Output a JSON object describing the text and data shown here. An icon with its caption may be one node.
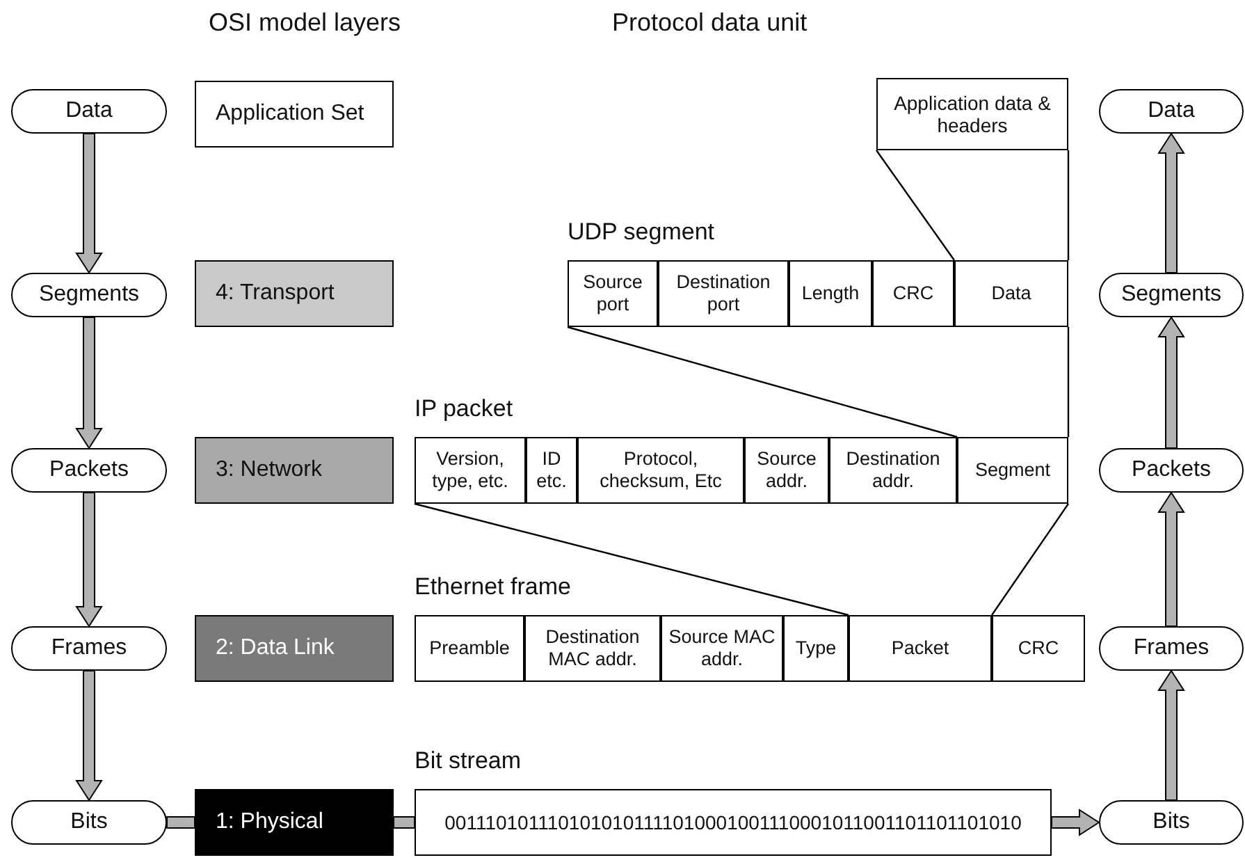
{
  "diagram": {
    "nodes": [
      {
        "text": [
          "Data"
        ]
      },
      {
        "text": [
          "Application Set"
        ]
      },
      {
        "text": [
          "Application data & headers"
        ]
      },
      {
        "text": [
          "Data"
        ]
      },
      {
        "text": [
          "Segments"
        ]
      },
      {
        "text": [
          "4: Transport"
        ]
      },
      {
        "text": [
          "UDP segment"
        ]
      },
      {
        "text": [
          "Source port"
        ],
        "in": 6
      },
      {
        "text": [
          "Destination port"
        ],
        "in": 6
      },
      {
        "text": [
          "Length"
        ],
        "in": 6
      },
      {
        "text": [
          "CRC"
        ],
        "in": 6
      },
      {
        "text": [
          "Data"
        ],
        "in": 6
      },
      {
        "text": [
          "Segments"
        ]
      },
      {
        "text": [
          "Packets"
        ]
      },
      {
        "text": [
          "3: Network"
        ]
      },
      {
        "text": [
          "IP packet"
        ]
      },
      {
        "text": [
          "Version, type, etc."
        ],
        "in": 15
      },
      {
        "text": [
          "ID etc."
        ],
        "in": 15
      },
      {
        "text": [
          "Protocol, checksum, Etc"
        ],
        "in": 15
      },
      {
        "text": [
          "Source addr."
        ],
        "in": 15
      },
      {
        "text": [
          "Destination addr."
        ],
        "in": 15
      },
      {
        "text": [
          "Segment"
        ],
        "in": 15
      },
      {
        "text": [
          "Packets"
        ]
      },
      {
        "text": [
          "Frames"
        ]
      },
      {
        "text": [
          "2: Data Link"
        ]
      },
      {
        "text": [
          "Ethernet frame"
        ]
      },
      {
        "text": [
          "Preamble"
        ],
        "in": 25
      },
      {
        "text": [
          "Destination MAC addr."
        ],
        "in": 25
      },
      {
        "text": [
          "Source MAC addr."
        ],
        "in": 25
      },
      {
        "text": [
          "Type"
        ],
        "in": 25
      },
      {
        "text": [
          "Packet"
        ],
        "in": 25
      },
      {
        "text": [
          "CRC"
        ],
        "in": 25
      },
      {
        "text": [
          "Frames"
        ]
      },
      {
        "text": [
          "Bits"
        ]
      },
      {
        "text": [
          "1: Physical"
        ]
      },
      {
        "text": [
          "Bit stream",
          "0011101011101010101111010001001110001011001101101101010"
        ]
      },
      {
        "text": [
          "Bits"
        ]
      }
    ],
    "edges": [
      {
        "from": 0,
        "to": 4,
        "arrow": "to",
        "style": "thick"
      },
      {
        "from": 4,
        "to": 13,
        "arrow": "to",
        "style": "thick"
      },
      {
        "from": 13,
        "to": 23,
        "arrow": "to",
        "style": "thick"
      },
      {
        "from": 23,
        "to": 33,
        "arrow": "to",
        "style": "thick"
      },
      {
        "from": 33,
        "to": 34,
        "arrow": "none",
        "style": "thick"
      },
      {
        "from": 34,
        "to": 35,
        "arrow": "none",
        "style": "thick"
      },
      {
        "from": 35,
        "to": 36,
        "arrow": "to",
        "style": "thick"
      },
      {
        "from": 36,
        "to": 32,
        "arrow": "to",
        "style": "thick"
      },
      {
        "from": 32,
        "to": 22,
        "arrow": "to",
        "style": "thick"
      },
      {
        "from": 22,
        "to": 12,
        "arrow": "to",
        "style": "thick"
      },
      {
        "from": 12,
        "to": 3,
        "arrow": "to",
        "style": "thick"
      },
      {
        "from": 2,
        "to": 11,
        "arrow": "none"
      },
      {
        "from": 2,
        "to": 11,
        "arrow": "none"
      },
      {
        "from": 6,
        "to": 21,
        "arrow": "none"
      },
      {
        "from": 6,
        "to": 21,
        "arrow": "none"
      },
      {
        "from": 15,
        "to": 30,
        "arrow": "none"
      },
      {
        "from": 15,
        "to": 30,
        "arrow": "none"
      }
    ],
    "labels": [
      "OSI model layers",
      "Protocol data unit"
    ]
  }
}
